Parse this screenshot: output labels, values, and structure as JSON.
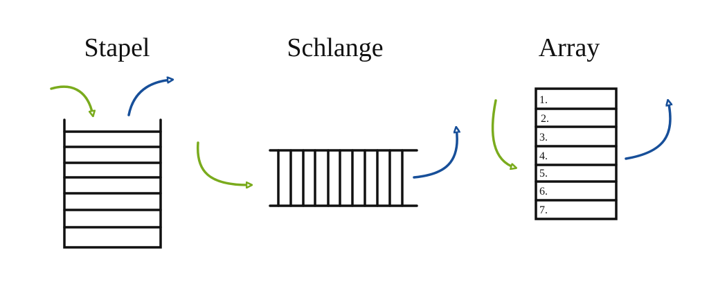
{
  "titles": {
    "stack": "Stapel",
    "queue": "Schlange",
    "array": "Array"
  },
  "array_slots": [
    "1.",
    "2.",
    "3.",
    "4.",
    "5.",
    "6.",
    "7."
  ],
  "colors": {
    "push": "#7aab1d",
    "pop": "#174f99",
    "structure": "#111111",
    "background": "#ffffff"
  }
}
